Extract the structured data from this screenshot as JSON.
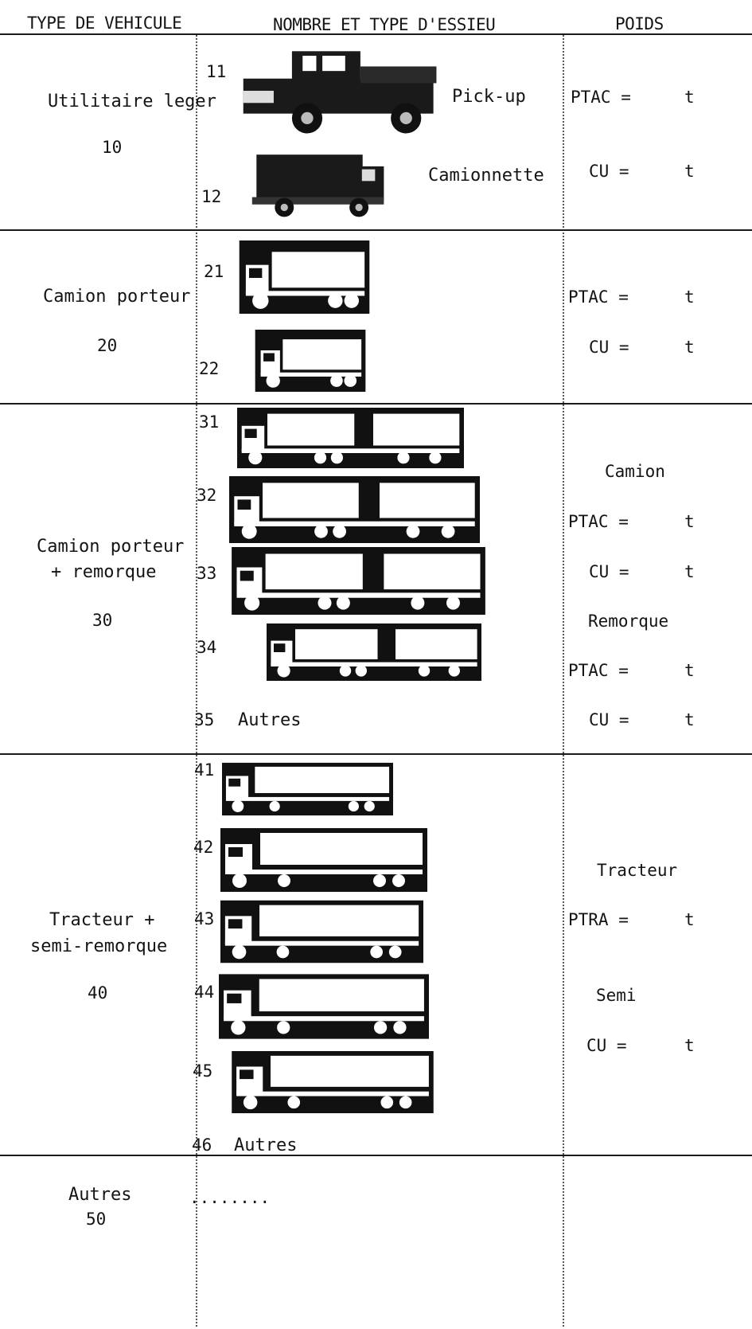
{
  "header": {
    "col1": "TYPE DE VEHICULE",
    "col2": "NOMBRE ET TYPE D'ESSIEU",
    "col3": "POIDS"
  },
  "sections": {
    "s10": {
      "label": "Utilitaire leger",
      "code": "10",
      "items": [
        {
          "code": "11",
          "name": "Pick-up"
        },
        {
          "code": "12",
          "name": "Camionnette"
        }
      ],
      "weights": [
        "PTAC =",
        "CU ="
      ],
      "unit": "t"
    },
    "s20": {
      "label": "Camion porteur",
      "code": "20",
      "items": [
        {
          "code": "21"
        },
        {
          "code": "22"
        }
      ],
      "weights": [
        "PTAC =",
        "CU ="
      ],
      "unit": "t"
    },
    "s30": {
      "label_line1": "Camion porteur",
      "label_line2": "+ remorque",
      "code": "30",
      "items": [
        {
          "code": "31"
        },
        {
          "code": "32"
        },
        {
          "code": "33"
        },
        {
          "code": "34"
        }
      ],
      "other": {
        "code": "35",
        "name": "Autres"
      },
      "group1": "Camion",
      "group2": "Remorque",
      "weights": [
        "PTAC =",
        "CU =",
        "PTAC =",
        "CU ="
      ],
      "unit": "t"
    },
    "s40": {
      "label_line1": "Tracteur +",
      "label_line2": "semi-remorque",
      "code": "40",
      "items": [
        {
          "code": "41"
        },
        {
          "code": "42"
        },
        {
          "code": "43"
        },
        {
          "code": "44"
        },
        {
          "code": "45"
        }
      ],
      "other": {
        "code": "46",
        "name": "Autres"
      },
      "group1": "Tracteur",
      "group2": "Semi",
      "weights": [
        "PTRA =",
        "CU ="
      ],
      "unit": "t"
    },
    "s50": {
      "label": "Autres",
      "code": "50",
      "blank": "........"
    }
  }
}
